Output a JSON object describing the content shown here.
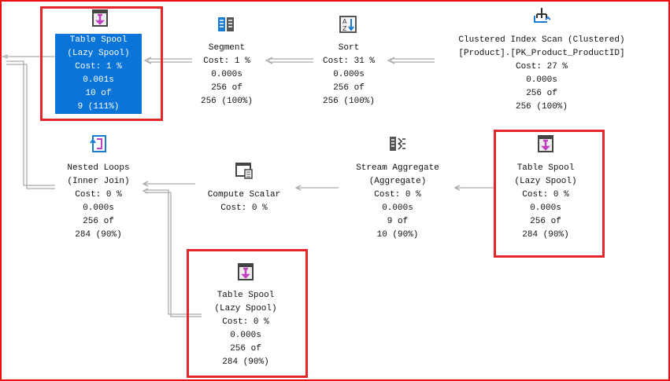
{
  "nodes": {
    "spool_top": {
      "lines": [
        "Table Spool",
        "(Lazy Spool)",
        "Cost: 1 %",
        "0.001s",
        "10 of",
        "9 (111%)"
      ],
      "icon": "table-spool-icon",
      "selected": true
    },
    "segment": {
      "lines": [
        "Segment",
        "Cost: 1 %",
        "0.000s",
        "256 of",
        "256 (100%)"
      ],
      "icon": "segment-icon"
    },
    "sort": {
      "lines": [
        "Sort",
        "Cost: 31 %",
        "0.000s",
        "256 of",
        "256 (100%)"
      ],
      "icon": "sort-icon"
    },
    "cis": {
      "lines": [
        "Clustered Index Scan (Clustered)",
        "[Product].[PK_Product_ProductID]",
        "Cost: 27 %",
        "0.000s",
        "256 of",
        "256 (100%)"
      ],
      "icon": "clustered-index-scan-icon"
    },
    "nested_loops": {
      "lines": [
        "Nested Loops",
        "(Inner Join)",
        "Cost: 0 %",
        "0.000s",
        "256 of",
        "284 (90%)"
      ],
      "icon": "nested-loops-icon"
    },
    "compute_scalar": {
      "lines": [
        "Compute Scalar",
        "Cost: 0 %"
      ],
      "icon": "compute-scalar-icon"
    },
    "stream_aggregate": {
      "lines": [
        "Stream Aggregate",
        "(Aggregate)",
        "Cost: 0 %",
        "0.000s",
        "9 of",
        "10 (90%)"
      ],
      "icon": "stream-aggregate-icon"
    },
    "spool_right": {
      "lines": [
        "Table Spool",
        "(Lazy Spool)",
        "Cost: 0 %",
        "0.000s",
        "256 of",
        "284 (90%)"
      ],
      "icon": "table-spool-icon"
    },
    "spool_bottom": {
      "lines": [
        "Table Spool",
        "(Lazy Spool)",
        "Cost: 0 %",
        "0.000s",
        "256 of",
        "284 (90%)"
      ],
      "icon": "table-spool-icon"
    }
  },
  "colors": {
    "highlight": "#e2262a",
    "selected": "#0a74d8",
    "arrow": "#a8a8a8"
  }
}
